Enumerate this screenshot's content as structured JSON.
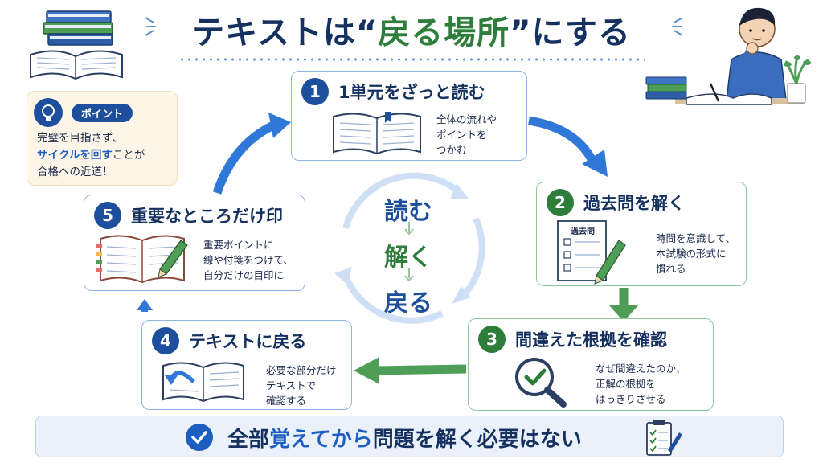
{
  "title": {
    "prefix": "テキストは“",
    "accent": "戻る場所",
    "suffix": "”にする"
  },
  "point": {
    "label": "ポイント",
    "line1": "完璧を目指さず、",
    "line2_hl": "サイクルを回す",
    "line2_rest": "ことが",
    "line3": "合格への近道！"
  },
  "steps": [
    {
      "num": "1",
      "title": "1単元をざっと読む",
      "desc": [
        "全体の流れや",
        "ポイントを",
        "つかむ"
      ]
    },
    {
      "num": "2",
      "title": "過去問を解く",
      "desc": [
        "時間を意識して、",
        "本試験の形式に",
        "慣れる"
      ],
      "paper_label": "過去問"
    },
    {
      "num": "3",
      "title": "間違えた根拠を確認",
      "desc": [
        "なぜ間違えたのか、",
        "正解の根拠を",
        "はっきりさせる"
      ]
    },
    {
      "num": "4",
      "title": "テキストに戻る",
      "desc": [
        "必要な部分だけ",
        "テキストで",
        "確認する"
      ]
    },
    {
      "num": "5",
      "title": "重要なところだけ印",
      "desc": [
        "重要ポイントに",
        "線や付箋をつけて、",
        "自分だけの目印に"
      ]
    }
  ],
  "center": {
    "read": "読む",
    "solve": "解く",
    "back": "戻る"
  },
  "banner": {
    "part1": "全部",
    "hl": "覚えてから",
    "part2": "問題を解く必要はない"
  },
  "colors": {
    "navy": "#15315f",
    "blue": "#1d4f9c",
    "green": "#2e7d3a",
    "arrow_blue": "#2f78d8",
    "arrow_green": "#4f9e58"
  }
}
